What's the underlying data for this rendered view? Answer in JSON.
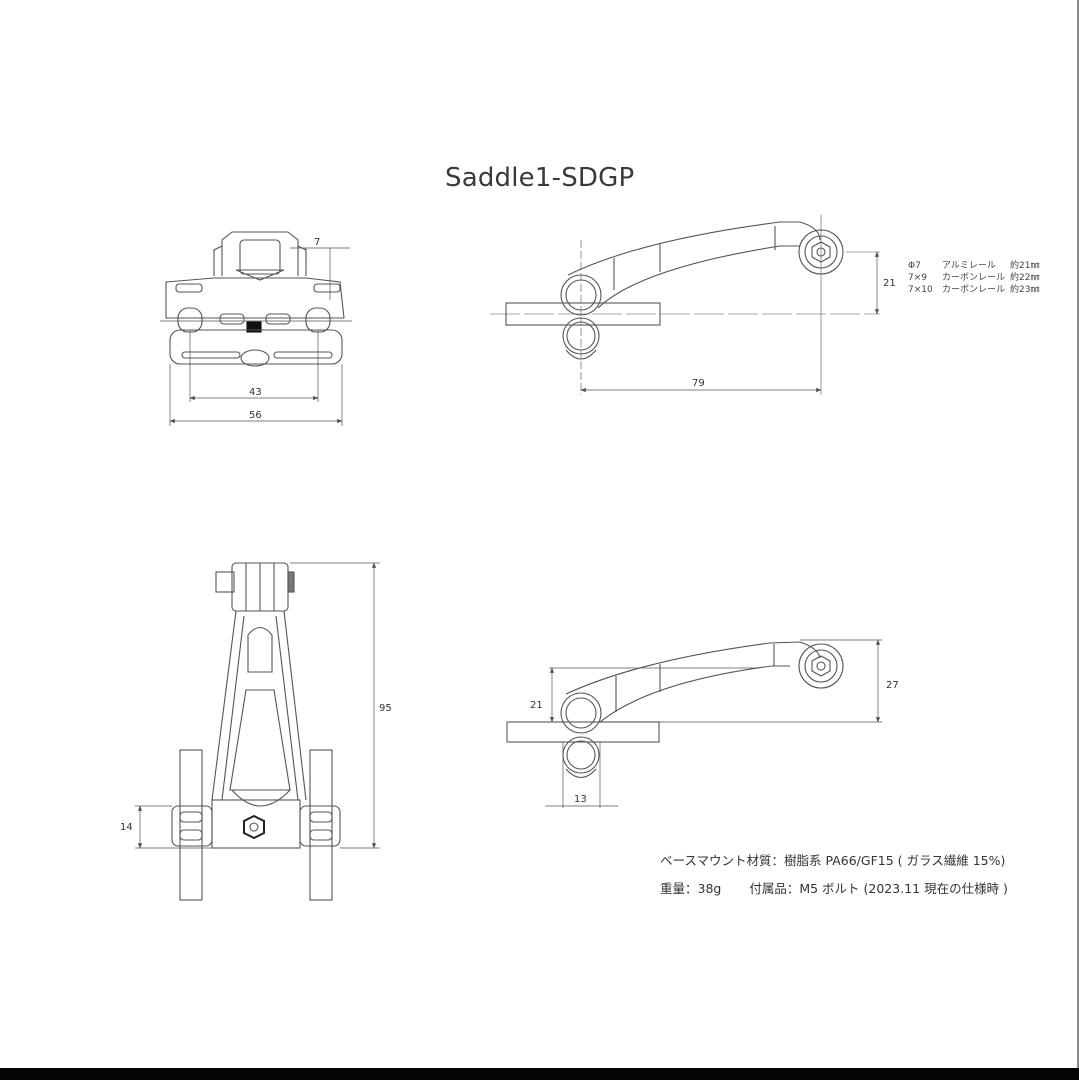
{
  "title": "Saddle1-SDGP",
  "views": {
    "front_view": {
      "dimensions": {
        "top_offset": "7",
        "inner_width": "43",
        "outer_width": "56"
      }
    },
    "side_view_top": {
      "dimensions": {
        "height": "21",
        "length": "79"
      }
    },
    "bottom_view": {
      "dimensions": {
        "height": "95",
        "clamp_height": "14"
      }
    },
    "side_view_bottom": {
      "dimensions": {
        "low_height": "21",
        "high_height": "27",
        "rail_width": "13"
      }
    }
  },
  "rail_table": [
    {
      "size": "Φ7",
      "type": "アルミレール",
      "height": "約21㎜"
    },
    {
      "size": "7×9",
      "type": "カーボンレール",
      "height": "約22㎜"
    },
    {
      "size": "7×10",
      "type": "カーボンレール",
      "height": "約23㎜"
    }
  ],
  "specs": {
    "material": "ベースマウント材質：樹脂系 PA66/GF15 ( ガラス繊維 15%)",
    "weight": "重量：38g",
    "accessories": "付属品：M5 ボルト (2023.11 現在の仕様時 )"
  }
}
